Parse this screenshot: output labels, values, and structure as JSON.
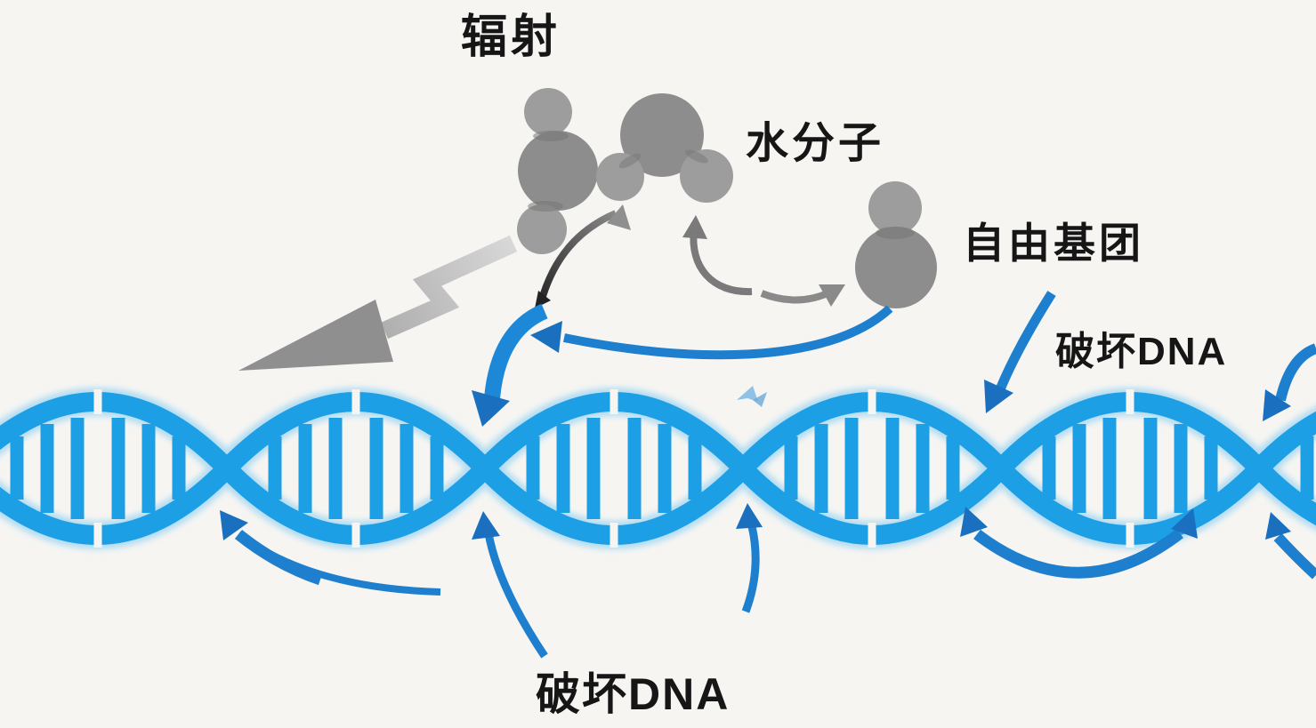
{
  "labels": {
    "radiation": "辐射",
    "water_molecule": "水分子",
    "free_radical": "自由基团",
    "damage_dna_right": "破坏DNA",
    "damage_dna_bottom": "破坏DNA"
  },
  "palette": {
    "background": "#f6f5f2",
    "dna_blue": "#1d9fe6",
    "dna_glow": "#a6d8f3",
    "arrow_blue": "#1d7fcd",
    "arrow_blue_dark": "#1a6fbe",
    "molecule_gray_large": "#8d8d8d",
    "molecule_gray_small": "#9d9d9d",
    "bolt_gray_light": "#d2d2d2",
    "bolt_gray_dark": "#8f8f8f",
    "text_color": "#161616"
  },
  "diagram": {
    "type": "process-diagram",
    "topic": "radiation damaging DNA via water radiolysis",
    "molecules": [
      {
        "name": "water-molecule-left",
        "circles": 3
      },
      {
        "name": "water-molecule-right",
        "circles": 3
      },
      {
        "name": "free-radical",
        "circles": 2
      }
    ],
    "dna": {
      "style": "double-helix cartoon",
      "crossings_x": [
        255,
        545,
        835,
        1125,
        1415
      ],
      "rungs_per_segment": 6
    },
    "arrows": [
      "radiation-bolt-arrow (gray zigzag, points lower-left)",
      "gray arrow up to left water molecule",
      "gray arrow up to right water molecule",
      "gray arrow to free radical",
      "blue arrow free radical to helix junction",
      "thick blue arrow down onto helix",
      "blue arrow from damage label to helix crossing",
      "blue arrow top-right corner to helix",
      "blue double-headed smile arc under right helix",
      "blue partial arc bottom-right corner",
      "three blue arrows up from damage label to helix underside"
    ]
  }
}
